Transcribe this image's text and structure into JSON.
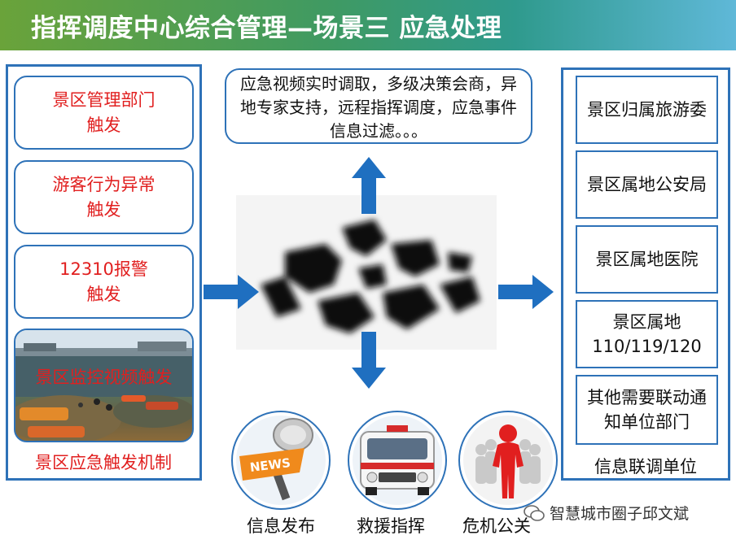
{
  "title": "指挥调度中心综合管理—场景三 应急处理",
  "left_panel": {
    "triggers": [
      {
        "label": "景区管理部门\n触发"
      },
      {
        "label": "游客行为异常\n触发"
      },
      {
        "label": "12310报警\n触发"
      }
    ],
    "video_trigger": "景区监控视频触发",
    "caption": "景区应急触发机制"
  },
  "center": {
    "description": "应急视频实时调取，多级决策会商，异地专家支持，远程指挥调度，应急事件信息过滤。。。",
    "actions": [
      {
        "label": "信息发布",
        "icon": "news-microphone-icon"
      },
      {
        "label": "救援指挥",
        "icon": "ambulance-icon"
      },
      {
        "label": "危机公关",
        "icon": "crisis-people-icon"
      }
    ]
  },
  "right_panel": {
    "units": [
      {
        "label": "景区归属旅游委"
      },
      {
        "label": "景区属地公安局"
      },
      {
        "label": "景区属地医院"
      },
      {
        "label": "景区属地\n110/119/120"
      },
      {
        "label": "其他需要联动通知单位部门"
      }
    ],
    "caption": "信息联调单位"
  },
  "watermark": "智慧城市圈子邱文斌",
  "colors": {
    "accent_blue": "#2e72b8",
    "trigger_red": "#e11f1f",
    "arrow_blue": "#1f6fc0",
    "title_green": "#4a9e4a"
  }
}
